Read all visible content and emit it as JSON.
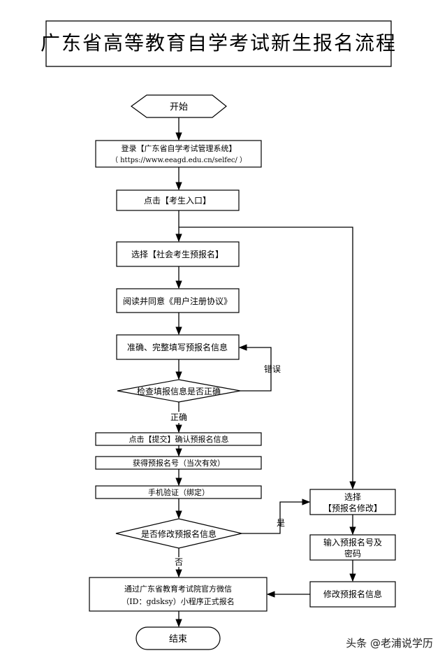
{
  "title": "广东省高等教育自学考试新生报名流程",
  "nodes": {
    "start": "开始",
    "login_line1": "登录【广东省自学考试管理系统】",
    "login_line2": "（ https://www.eeagd.edu.cn/selfec/ ）",
    "click_entry": "点击【考生入口】",
    "select_social": "选择【社会考生预报名】",
    "read_agree": "阅读并同意《用户注册协议》",
    "fill_info": "准确、完整填写预报名信息",
    "check_correct": "检查填报信息是否正确",
    "submit_confirm": "点击【提交】确认预报名信息",
    "get_number": "获得预报名号（当次有效）",
    "phone_verify": "手机验证（绑定）",
    "modify_q": "是否修改预报名信息",
    "official_line1": "通过广东省教育考试院官方微信",
    "official_line2": "（ID：gdsksy）小程序正式报名",
    "end": "结束",
    "select_modify_line1": "选择",
    "select_modify_line2": "【预报名修改】",
    "input_number_line1": "输入预报名号及",
    "input_number_line2": "密码",
    "modify_info": "修改预报名信息"
  },
  "edge_labels": {
    "error": "错误",
    "correct": "正确",
    "yes": "是",
    "no": "否"
  },
  "watermark": "头条 @老浦说学历"
}
